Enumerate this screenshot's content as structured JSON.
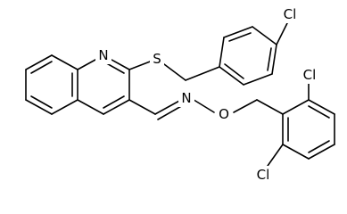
{
  "molecule": {
    "atoms": {
      "cl_top": "Cl",
      "s": "S",
      "n_ring": "N",
      "n_oxime": "N",
      "o": "O",
      "cl_right": "Cl",
      "cl_bottom": "Cl"
    }
  }
}
